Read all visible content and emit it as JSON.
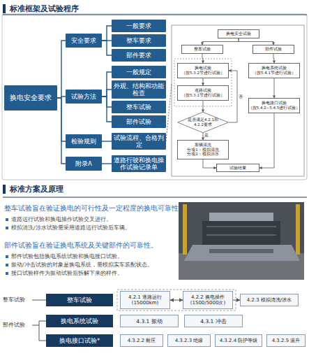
{
  "diagram": {
    "nodes": [
      {
        "text": [
          "换电安全要求"
        ]
      },
      {
        "text": [
          "安全要求"
        ]
      },
      {
        "text": [
          "试验方法"
        ]
      },
      {
        "text": [
          "检验规则"
        ]
      },
      {
        "text": [
          "附录A"
        ]
      },
      {
        "text": [
          "一般要求"
        ]
      },
      {
        "text": [
          "整车要求"
        ]
      },
      {
        "text": [
          "部件要求"
        ]
      },
      {
        "text": [
          "一般规定"
        ]
      },
      {
        "text": [
          "外观、结构和功能检查"
        ]
      },
      {
        "text": [
          "整车试验"
        ]
      },
      {
        "text": [
          "部件试验"
        ]
      },
      {
        "text": [
          "试验流程、合格判定"
        ]
      },
      {
        "text": [
          "道路行驶和换电操作试验记录单"
        ]
      },
      {
        "text": [
          "换电安全试验"
        ]
      },
      {
        "text": [
          "整车试验"
        ]
      },
      {
        "text": [
          "部件试验"
        ]
      },
      {
        "text": [
          "换电试验",
          "（按5.3.2节进行试验）"
        ]
      },
      {
        "text": [
          "道路试验",
          "（按5.3.1节进行试验）"
        ]
      },
      {
        "text": [
          "是否满足4.2.1和4.2.2要求"
        ]
      },
      {
        "text": [
          "车辆清洗",
          "分项1：模拟清洗",
          "分项2：模拟涉水"
        ]
      },
      {
        "text": [
          "试验结束"
        ]
      },
      {
        "text": [
          "换电系统试验",
          "（按5.4.1节进行试验）"
        ]
      },
      {
        "text": [
          "换电接口试验",
          "（按5.4.2~5.4.5进行试验）"
        ]
      },
      {
        "text": [
          "整车试验"
        ]
      },
      {
        "text": [
          "4.2.1 道路运行 (15000km)"
        ]
      },
      {
        "text": [
          "4.2.2 换电操作 (1500/5000次)"
        ]
      },
      {
        "text": [
          "4.2.3 模拟清洗/涉水"
        ]
      },
      {
        "text": [
          "换电系统试验"
        ]
      },
      {
        "text": [
          "4.3.1 振动"
        ]
      },
      {
        "text": [
          "4.3.1 冲击"
        ]
      },
      {
        "text": [
          "换电接口试验*"
        ]
      },
      {
        "text": [
          "4.3.2.2 耐压"
        ]
      },
      {
        "text": [
          "4.3.2.3 绝缘"
        ]
      },
      {
        "text": [
          "4.3.2.4 防护等级"
        ]
      },
      {
        "text": [
          "4.3.2.5 温升"
        ]
      }
    ],
    "edges": [
      {
        "from": 0,
        "to": 1,
        "arrow": "none"
      },
      {
        "from": 0,
        "to": 2,
        "arrow": "none"
      },
      {
        "from": 0,
        "to": 3,
        "arrow": "none"
      },
      {
        "from": 0,
        "to": 4,
        "arrow": "none"
      },
      {
        "from": 1,
        "to": 5,
        "arrow": "none"
      },
      {
        "from": 1,
        "to": 6,
        "arrow": "none"
      },
      {
        "from": 1,
        "to": 7,
        "arrow": "none"
      },
      {
        "from": 2,
        "to": 8,
        "arrow": "none"
      },
      {
        "from": 2,
        "to": 9,
        "arrow": "none"
      },
      {
        "from": 2,
        "to": 10,
        "arrow": "none"
      },
      {
        "from": 2,
        "to": 11,
        "arrow": "none"
      },
      {
        "from": 3,
        "to": 12,
        "arrow": "none"
      },
      {
        "from": 4,
        "to": 13,
        "arrow": "none"
      },
      {
        "from": 14,
        "to": 15,
        "arrow": "to"
      },
      {
        "from": 14,
        "to": 16,
        "arrow": "to"
      },
      {
        "from": 15,
        "to": 17,
        "arrow": "to"
      },
      {
        "from": 17,
        "to": 18,
        "arrow": "to"
      },
      {
        "from": 18,
        "to": 19,
        "arrow": "to"
      },
      {
        "from": 19,
        "to": 20,
        "arrow": "to",
        "label": "是"
      },
      {
        "from": 19,
        "to": 17,
        "arrow": "to",
        "label": "否"
      },
      {
        "from": 20,
        "to": 21,
        "arrow": "to"
      },
      {
        "from": 16,
        "to": 22,
        "arrow": "to"
      },
      {
        "from": 22,
        "to": 23,
        "arrow": "to"
      },
      {
        "from": 23,
        "to": 21,
        "arrow": "to"
      },
      {
        "from": 25,
        "to": 26,
        "arrow": "both"
      },
      {
        "from": 26,
        "to": 27,
        "arrow": "to"
      }
    ],
    "labels": [
      "标准框架及试验程序",
      "标准方案及原理",
      "整车试验旨在验证换电的可行性及一定程度的换电可靠性。",
      "道路运行试验和换电操作试验交叉进行。",
      "模拟清洗/涉水试验需采用道路运行试验后车辆。",
      "部件试验旨在验证换电系统及关键部件的可靠性。",
      "部件试验包括换电系统试验和换电接口试验。",
      "振动/冲击试验的对象是换电系统，需模拟实车装配状态。",
      "接口试验样件为振动试验后拆解下来的样件。",
      "整车试验",
      "部件试验"
    ]
  }
}
